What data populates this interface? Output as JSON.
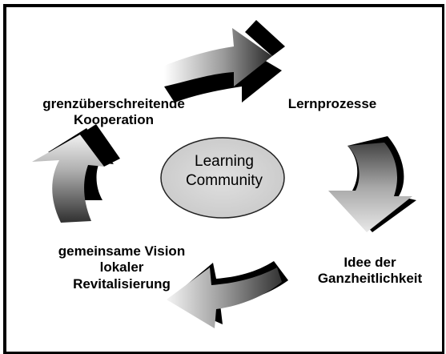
{
  "diagram": {
    "center": {
      "line1": "Learning",
      "line2": "Community"
    },
    "labels": {
      "top_left": {
        "line1": "grenzüberschreitende",
        "line2": "Kooperation"
      },
      "top_right": {
        "line1": "Lernprozesse"
      },
      "bottom_right": {
        "line1": "Idee der",
        "line2": "Ganzheitlichkeit"
      },
      "bottom_left": {
        "line1": "gemeinsame Vision",
        "line2": "lokaler",
        "line3": "Revitalisierung"
      }
    }
  }
}
